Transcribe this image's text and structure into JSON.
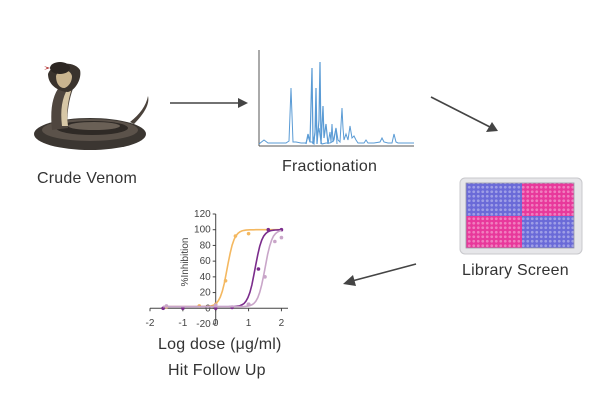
{
  "stages": {
    "crude_venom": {
      "label": "Crude Venom",
      "icon": "cobra-snake-icon"
    },
    "fractionation": {
      "label": "Fractionation",
      "icon": "chromatogram-icon"
    },
    "library_screen": {
      "label": "Library Screen",
      "icon": "well-plate-icon"
    },
    "hit_follow_up": {
      "label": "Hit Follow Up",
      "icon": "dose-response-chart"
    }
  },
  "colors": {
    "arrow": "#444444",
    "chromatogram": "#5a9bd5",
    "plate_magenta": "#e8389b",
    "plate_blue": "#6a6ad8",
    "curve_orange": "#f4b860",
    "curve_purple": "#7b2c8c",
    "curve_lilac": "#c9a6c9"
  },
  "chart_data": {
    "type": "line",
    "title": "",
    "xlabel": "Log dose (μg/ml)",
    "ylabel": "%Inhibition",
    "xlim": [
      -2,
      2.2
    ],
    "ylim": [
      -20,
      120
    ],
    "x_ticks": [
      "-2",
      "-1",
      "0",
      "1",
      "2"
    ],
    "y_ticks": [
      "120",
      "100",
      "80",
      "60",
      "40",
      "20",
      "0",
      "-20"
    ],
    "series": [
      {
        "color": "#f4b860",
        "x": [
          -1.5,
          -0.5,
          0.0,
          0.3,
          0.6,
          1.0
        ],
        "y": [
          2,
          3,
          5,
          35,
          92,
          95
        ],
        "ec50": 0.35
      },
      {
        "color": "#7b2c8c",
        "x": [
          -1.6,
          -1.0,
          0.0,
          0.5,
          1.0,
          1.3,
          1.6,
          2.0
        ],
        "y": [
          0,
          0,
          0,
          1,
          5,
          50,
          100,
          100
        ],
        "ec50": 1.2
      },
      {
        "color": "#c9a6c9",
        "x": [
          -1.5,
          0.0,
          1.0,
          1.5,
          1.8,
          2.0
        ],
        "y": [
          3,
          4,
          5,
          40,
          85,
          90
        ],
        "ec50": 1.5
      }
    ]
  }
}
